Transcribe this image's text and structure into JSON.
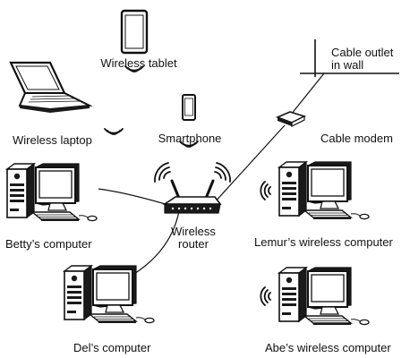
{
  "colors": {
    "ink": "#111111",
    "fill_light": "#ffffff",
    "fill_dark": "#1a1a1a"
  },
  "labels": {
    "tablet": "Wireless tablet",
    "laptop": "Wireless laptop",
    "smartphone": "Smartphone",
    "cable_outlet_line1": "Cable outlet",
    "cable_outlet_line2": "in wall",
    "cable_modem": "Cable modem",
    "router_line1": "Wireless",
    "router_line2": "router",
    "betty": "Betty’s computer",
    "lemur": "Lemur’s wireless computer",
    "del": "Del’s computer",
    "abe": "Abe’s wireless computer"
  }
}
